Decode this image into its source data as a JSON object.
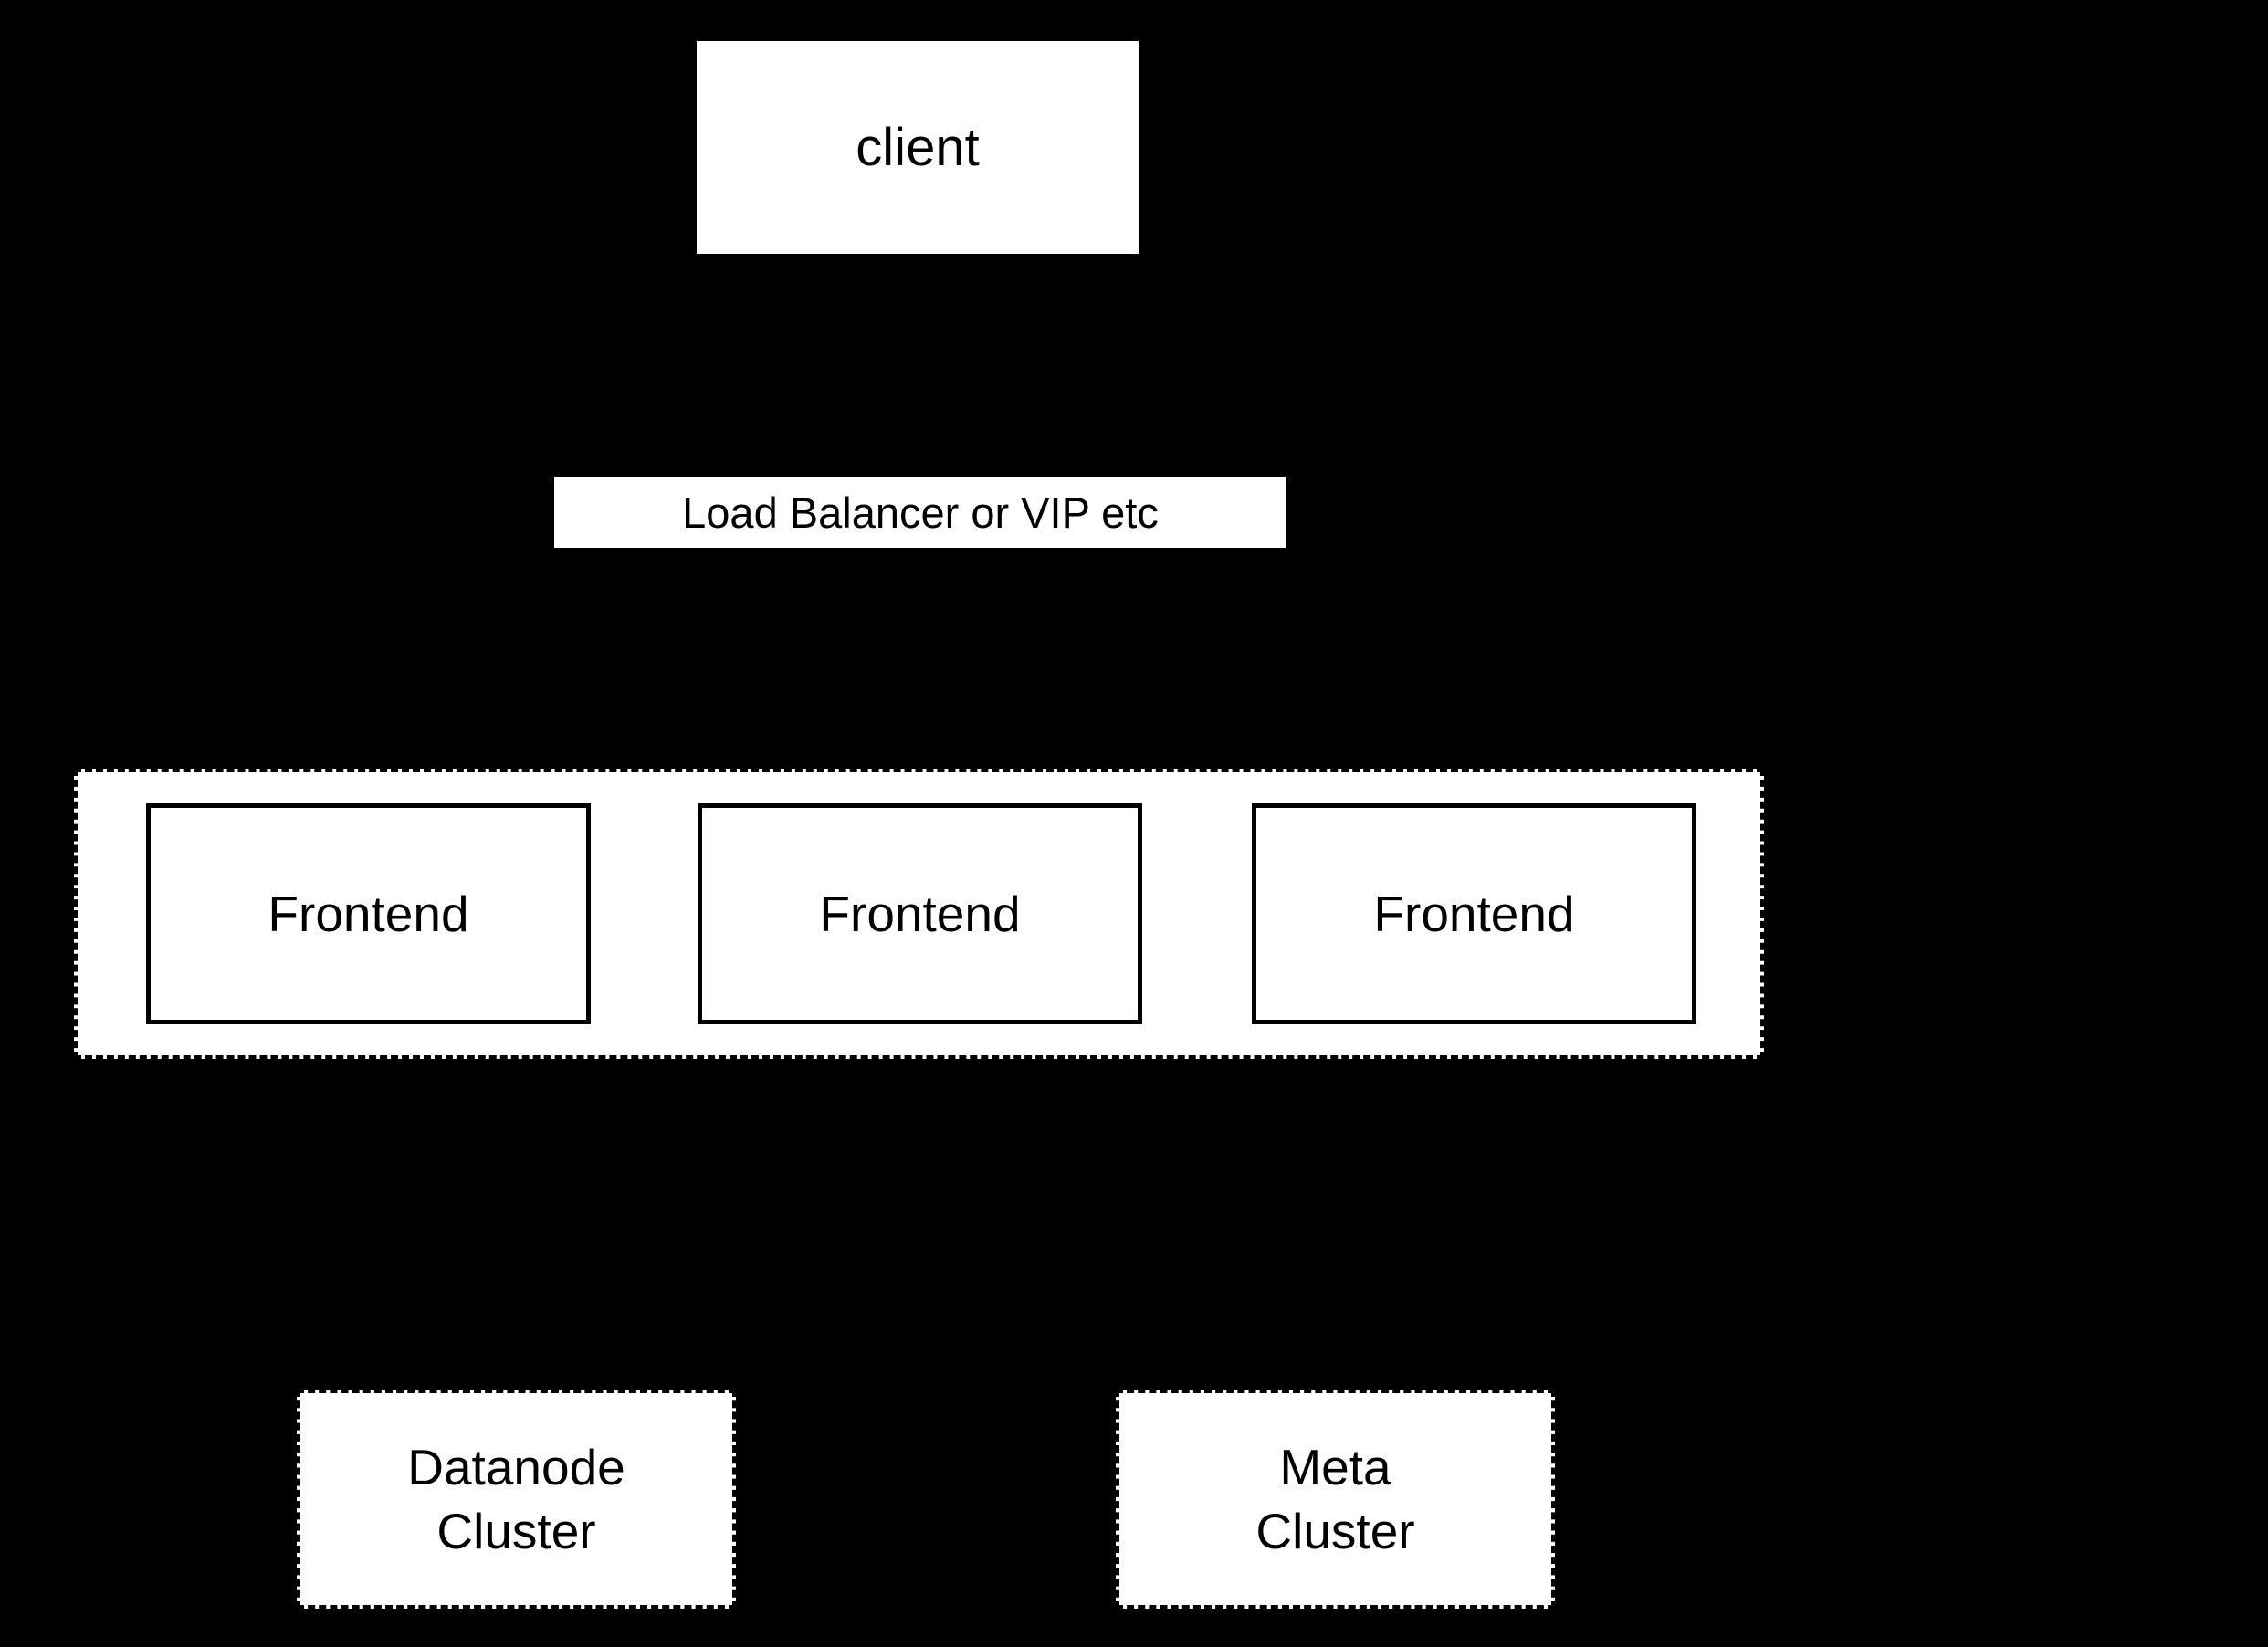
{
  "diagram": {
    "background_color": "#000000",
    "node_fill_color": "#ffffff",
    "stroke_color": "#000000",
    "text_color": "#000000",
    "nodes": {
      "client": {
        "label": "client"
      },
      "load_balancer": {
        "label": "Load Balancer or VIP etc"
      },
      "frontends": [
        {
          "label": "Frontend"
        },
        {
          "label": "Frontend"
        },
        {
          "label": "Frontend"
        }
      ],
      "datanode_cluster": {
        "lines": [
          "Datanode",
          "Cluster"
        ]
      },
      "meta_cluster": {
        "lines": [
          "Meta",
          "Cluster"
        ]
      }
    }
  }
}
